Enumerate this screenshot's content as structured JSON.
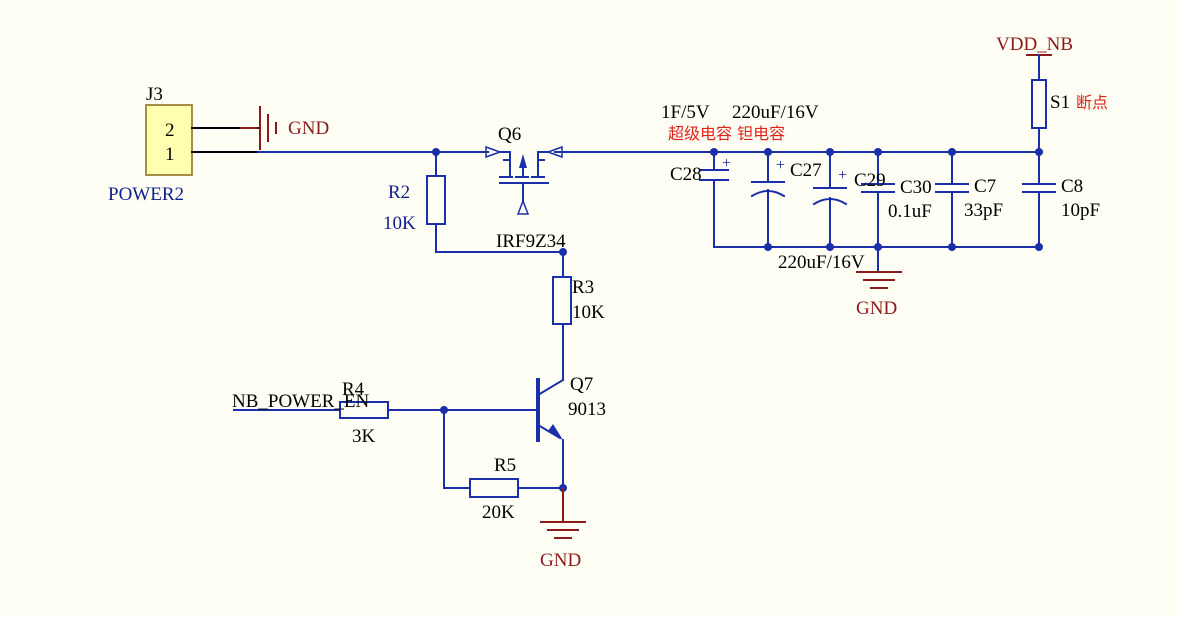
{
  "labels": {
    "j3": "J3",
    "j3_pin2": "2",
    "j3_pin1": "1",
    "j3_value": "POWER2",
    "gnd_top": "GND",
    "q6": "Q6",
    "q6_value": "IRF9Z34",
    "r2": "R2",
    "r2_value": "10K",
    "r3": "R3",
    "r3_value": "10K",
    "q7": "Q7",
    "q7_value": "9013",
    "net_nb_power_en": "NB_POWER_EN",
    "r4": "R4",
    "r4_value": "3K",
    "r5": "R5",
    "r5_value": "20K",
    "gnd_bottom": "GND",
    "note_1f5v": "1F/5V",
    "note_220uf16v_top": "220uF/16V",
    "note_chinese": "超级电容 钽电容",
    "c28": "C28",
    "c27": "C27",
    "c29": "C29",
    "c30": "C30",
    "c30_value": "0.1uF",
    "c7": "C7",
    "c7_value": "33pF",
    "c8": "C8",
    "c8_value": "10pF",
    "note_220uf16v_bottom": "220uF/16V",
    "gnd_caps": "GND",
    "vdd_nb": "VDD_NB",
    "s1": "S1",
    "s1_note": "断点"
  },
  "colors": {
    "wire": "#1a2fa8",
    "power_symbol": "#8b1a1a",
    "text": "#0d1f8c",
    "annotation": "#e0231a",
    "connector_fill": "#FFFFB0",
    "background": "#FFFFF5"
  }
}
